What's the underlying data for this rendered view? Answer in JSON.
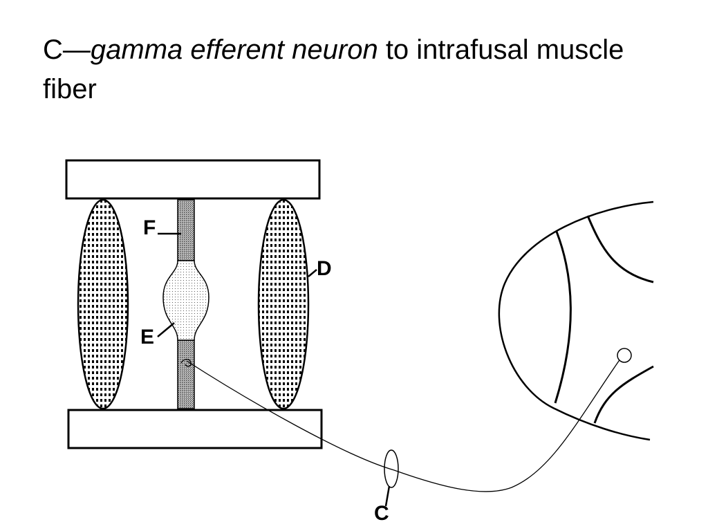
{
  "slide": {
    "title_prefix": "C—",
    "title_italic": "gamma efferent neuron",
    "title_suffix": " to intrafusal muscle fiber"
  },
  "labels": {
    "f": "F",
    "d": "D",
    "e": "E",
    "c": "C"
  }
}
